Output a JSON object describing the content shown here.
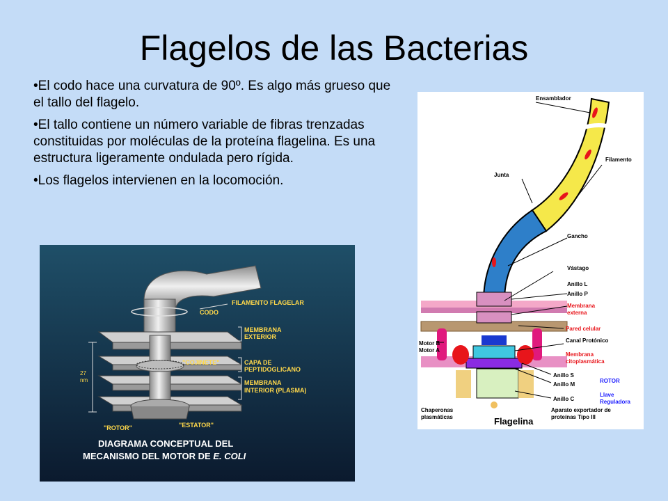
{
  "slide": {
    "title": "Flagelos de las Bacterias"
  },
  "bullets": [
    "•El codo hace una curvatura de 90º. Es algo más grueso que el tallo del flagelo.",
    "•El tallo contiene un número variable de fibras trenzadas constituidas por moléculas de la proteína flagelina. Es una estructura ligeramente ondulada pero rígida.",
    "•Los flagelos intervienen en la locomoción."
  ],
  "left_diagram": {
    "labels": {
      "codo": "CODO",
      "filamento": "FILAMENTO FLAGELAR",
      "membrana_ext_1": "MEMBRANA",
      "membrana_ext_2": "EXTERIOR",
      "cojinete": "\"COJINETE\"",
      "capa_1": "CAPA DE",
      "capa_2": "PEPTIDOGLICANO",
      "membrana_int_1": "MEMBRANA",
      "membrana_int_2": "INTERIOR (PLASMA)",
      "rotor": "\"ROTOR\"",
      "estator": "\"ESTATOR\"",
      "scale_1": "27",
      "scale_2": "nm",
      "caption_1": "DIAGRAMA CONCEPTUAL DEL",
      "caption_2a": "MECANISMO DEL MOTOR DE ",
      "caption_2b": "E. COLI"
    }
  },
  "right_diagram": {
    "labels": {
      "ensamblador": "Ensamblador",
      "filamento": "Filamento",
      "junta": "Junta",
      "gancho": "Gancho",
      "vastago": "Vástago",
      "anillo_l": "Anillo L",
      "anillo_p": "Anillo P",
      "membrana_externa_1": "Membrana",
      "membrana_externa_2": "externa",
      "pared": "Pared celular",
      "motor_b": "Motor B",
      "motor_a": "Motor A",
      "canal": "Canal Protónico",
      "membrana_cito_1": "Membrana",
      "membrana_cito_2": "citoplasmática",
      "anillo_s": "Anillo S",
      "anillo_m": "Anillo M",
      "rotor": "ROTOR",
      "anillo_c": "Anillo C",
      "llave_1": "Llave",
      "llave_2": "Reguladora",
      "chaperonas_1": "Chaperonas",
      "chaperonas_2": "plasmáticas",
      "flagelina": "Flagelina",
      "aparato_1": "Aparato exportador de",
      "aparato_2": "proteínas Tipo III"
    },
    "colors": {
      "filament": "#f5e84a",
      "hook": "#2e7fc9",
      "pink_ring": "#e8a0c8",
      "magenta": "#e0197d",
      "red": "#e8151b",
      "cyan": "#40c8e0",
      "purple": "#8a2be2",
      "blue_label": "#1a1aff"
    }
  }
}
